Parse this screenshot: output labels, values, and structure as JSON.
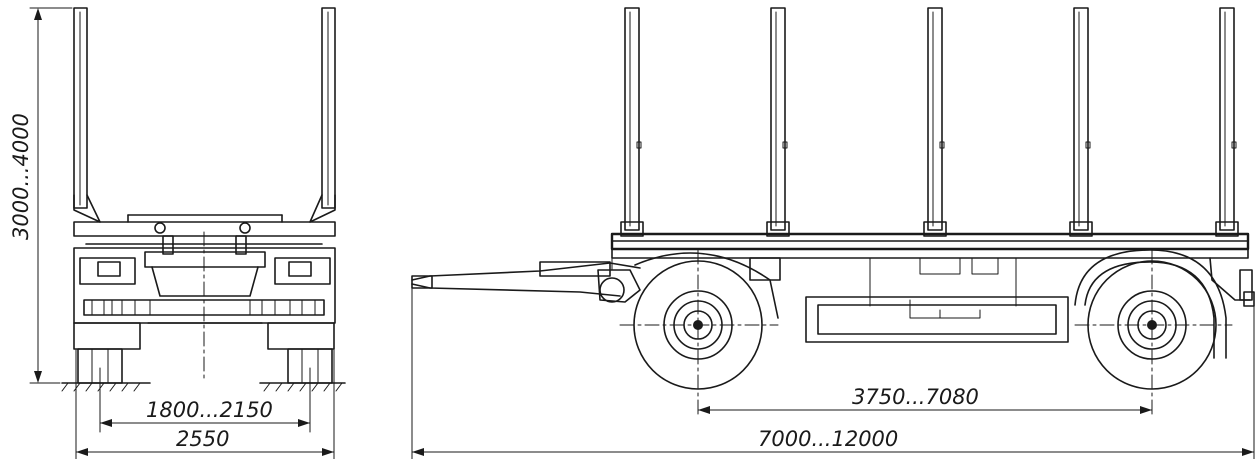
{
  "front_view": {
    "height_dim": "3000...4000",
    "track_dim": "1800...2150",
    "width_dim": "2550"
  },
  "side_view": {
    "wheelbase_dim": "3750...7080",
    "length_dim": "7000...12000"
  }
}
